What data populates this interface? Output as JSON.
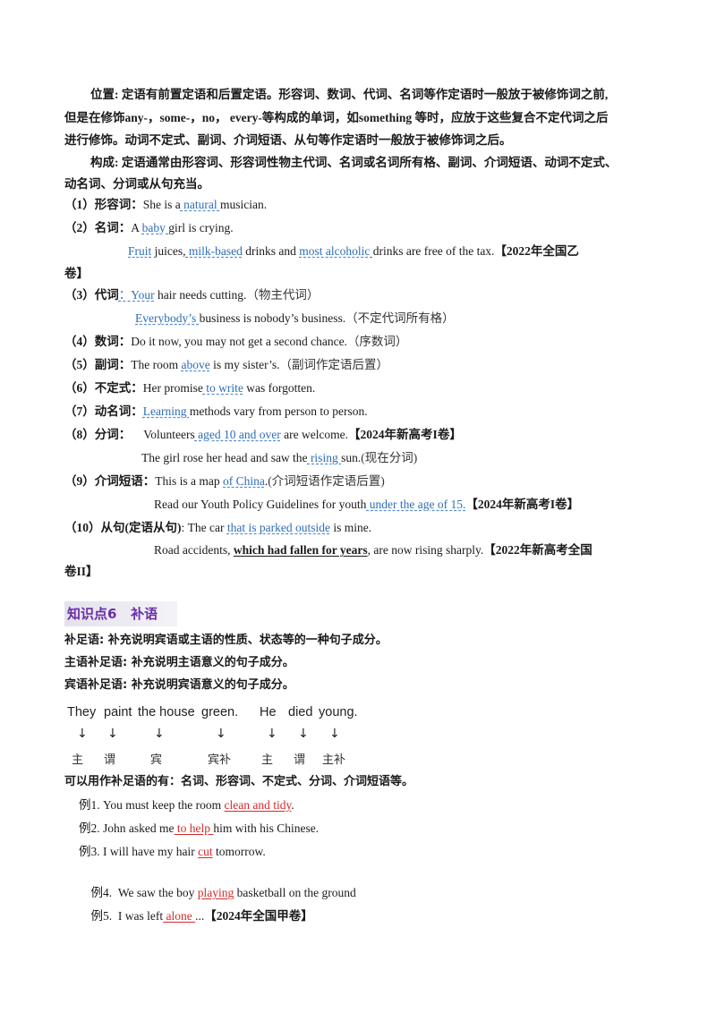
{
  "position": {
    "label": "位置:",
    "line1": "定语有前置定语和后置定语。形容词、数词、代词、名词等作定语时一般放于被修饰词之前,",
    "line2": "但是在修饰any-，some-，no，  every-等构成的单词，如something 等时，应放于这些复合不定代词之后",
    "line3": "进行修饰。动词不定式、副词、介词短语、从句等作定语时一般放于被修饰词之后。"
  },
  "composition": {
    "label": "构成:",
    "line1": "定语通常由形容词、形容词性物主代词、名词或名词所有格、副词、介词短语、动词不定式、",
    "line2": "动名词、分词或从句充当。"
  },
  "items": {
    "i1": {
      "num": "（1）",
      "label": "形容词",
      "pre": "She is a",
      "hl": " natural ",
      "post": " musician."
    },
    "i2": {
      "num": "（2）",
      "label": "名词",
      "pre": "A ",
      "hl": "baby ",
      "post": " girl is crying."
    },
    "i2b": {
      "w1": "Fruit",
      "t1": " juices,",
      "w2": " milk-based",
      "t2": " drinks  and ",
      "w3": "most alcoholic ",
      "t3": "drinks  are  free  of  the  tax.",
      "src": "【2022年全国乙",
      "src2": "卷】"
    },
    "i3": {
      "num": "（3）",
      "label": "代词",
      "hl": "：Your",
      "post": " hair needs cutting.",
      "note": "（物主代词）"
    },
    "i3b": {
      "hl": "Everybody’s ",
      "post": "business is nobody’s business.",
      "note": "（不定代词所有格）"
    },
    "i4": {
      "num": "（4）",
      "label": "数词",
      "text": "Do it now, you may not get a second chance.",
      "note": "（序数词）"
    },
    "i5": {
      "num": "（5）",
      "label": "副词",
      "pre": "The room ",
      "hl": "above",
      "post": " is my sister’s.",
      "note": "（副词作定语后置）"
    },
    "i6": {
      "num": "（6）",
      "label": "不定式",
      "pre": "Her promise",
      "hl": " to write",
      "post": " was forgotten."
    },
    "i7": {
      "num": "（7）",
      "label": "动名词",
      "hl": "Learning ",
      "post": " methods vary from person to person."
    },
    "i8": {
      "num": "（8）",
      "label": "分词",
      "pre": "Volunteers",
      "hl": " aged 10 and over",
      "post": " are welcome.",
      "src": "【2024年新高考I卷】"
    },
    "i8b": {
      "pre": "The girl rose her head and saw the",
      "hl": "  rising ",
      "post": " sun.",
      "note": "(现在分词)"
    },
    "i9": {
      "num": "（9）",
      "label": "介词短语",
      "pre": "This is a map ",
      "hl": "of China",
      "post": ".",
      "note": "(介词短语作定语后置)"
    },
    "i9b": {
      "pre": "Read our Youth Policy Guidelines for youth",
      "hl": " under the age of 15.",
      "src": "【2024年新高考I卷】"
    },
    "i10": {
      "num": "（10）",
      "label": "从句(定语从句)",
      "pre": ": The car ",
      "hl": "that is parked outside",
      "post": "  is mine."
    },
    "i10b": {
      "pre": "Road  accidents,",
      "ul": "which  had  fallen  for  years",
      "post": ",  are  now  rising  sharply.",
      "src": "【2022年新高考全国",
      "src2": "卷II】"
    }
  },
  "section": {
    "number": "知识点6",
    "title": "补语"
  },
  "defs": {
    "d1": "补足语: 补充说明宾语或主语的性质、状态等的一种句子成分。",
    "d2": "主语补足语: 补充说明主语意义的句子成分。",
    "d3": "宾语补足语: 补充说明宾语意义的句子成分。"
  },
  "diagram": {
    "words": [
      "They",
      "paint",
      "the house",
      "green.",
      "He",
      "died",
      "young."
    ],
    "arrow": "↓",
    "labels": [
      "主",
      "谓",
      "宾",
      "宾补",
      "主",
      "谓",
      "主补"
    ]
  },
  "usage": "可以用作补足语的有：名词、形容词、不定式、分词、介词短语等。",
  "examples": [
    {
      "num": "例1.",
      "pre": "You must keep the room ",
      "hl": "clean and tidy",
      "post": "."
    },
    {
      "num": "例2.",
      "pre": "John asked me",
      "hl": " to help ",
      "post": " him with his Chinese."
    },
    {
      "num": "例3.",
      "pre": "I will have my hair ",
      "hl": "cut",
      "post": " tomorrow."
    },
    {
      "num": "例4.",
      "pre": "  We saw the boy ",
      "hl": "playing",
      "post": " basketball on the ground"
    },
    {
      "num": "例5.",
      "pre": "  I was left",
      "hl": " alone ",
      "post": "...",
      "src": "【2024年全国甲卷】"
    }
  ],
  "colors": {
    "blue": "#2e6db4",
    "red": "#d42a2a",
    "heading": "#6a2fa8"
  }
}
